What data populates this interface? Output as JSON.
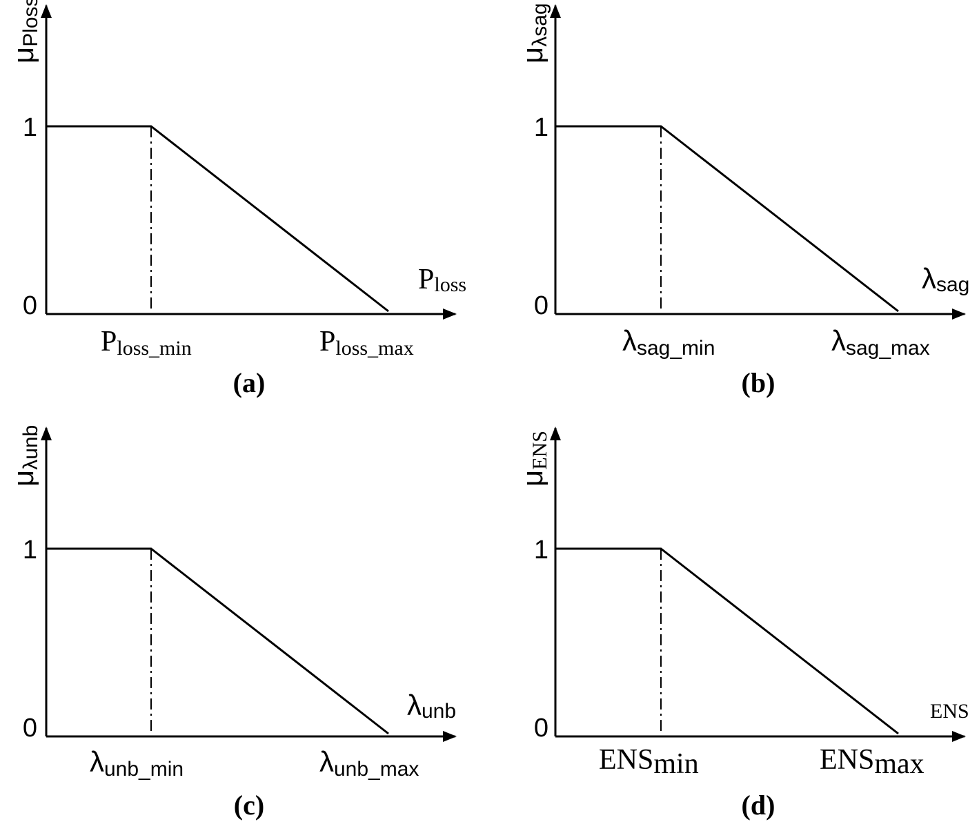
{
  "panels": [
    {
      "id": "a",
      "caption": "(a)",
      "y_label": {
        "base": "μ",
        "sub": "Ploss"
      },
      "x_label": {
        "base": "P",
        "sub": "loss"
      },
      "y_ticks": [
        "1",
        "0"
      ],
      "x_min_label": {
        "base": "P",
        "sub": "loss_min"
      },
      "x_max_label": {
        "base": "P",
        "sub": "loss_max"
      }
    },
    {
      "id": "b",
      "caption": "(b)",
      "y_label": {
        "base": "μ",
        "sub": "λsag"
      },
      "x_label": {
        "base": "λ",
        "sub": "sag"
      },
      "y_ticks": [
        "1",
        "0"
      ],
      "x_min_label": {
        "base": "λ",
        "sub": "sag_min"
      },
      "x_max_label": {
        "base": "λ",
        "sub": "sag_max"
      }
    },
    {
      "id": "c",
      "caption": "(c)",
      "y_label": {
        "base": "μ",
        "sub": "λunb"
      },
      "x_label": {
        "base": "λ",
        "sub": "unb"
      },
      "y_ticks": [
        "1",
        "0"
      ],
      "x_min_label": {
        "base": "λ",
        "sub": "unb_min"
      },
      "x_max_label": {
        "base": "λ",
        "sub": "unb_max"
      }
    },
    {
      "id": "d",
      "caption": "(d)",
      "y_label": {
        "base": "μ",
        "sub": "ENS"
      },
      "x_label": {
        "base": "ENS",
        "sub": ""
      },
      "y_ticks": [
        "1",
        "0"
      ],
      "x_min_label": {
        "base": "ENS",
        "sub": "min"
      },
      "x_max_label": {
        "base": "ENS",
        "sub": "max"
      }
    }
  ]
}
